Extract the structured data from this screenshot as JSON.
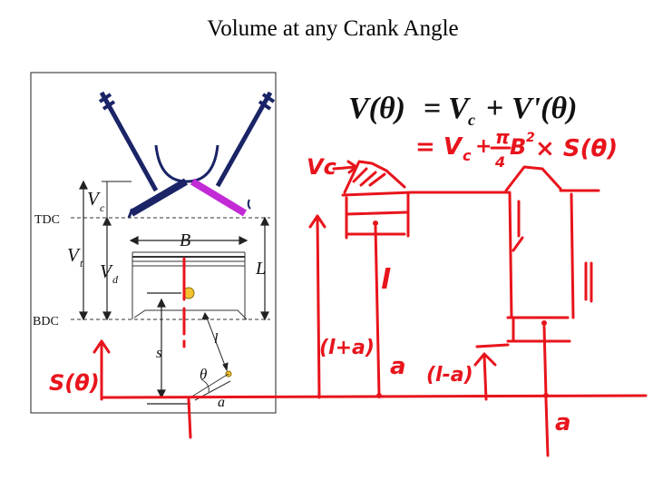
{
  "title": "Volume at any Crank Angle",
  "figure": {
    "labels": {
      "vc": "V",
      "vc_sub": "c",
      "tdc": "TDC",
      "vt": "V",
      "vt_sub": "t",
      "vd": "V",
      "vd_sub": "d",
      "bdc": "BDC",
      "bore": "B",
      "stroke": "L",
      "s": "s",
      "l": "l",
      "theta": "θ",
      "a": "a"
    },
    "colors": {
      "block": "#1a2466",
      "valve_right": "#c22ad6",
      "ink": "#e8141c"
    }
  },
  "equation": {
    "lhs": "V(θ)",
    "equals": "=",
    "rhs_main": "V",
    "rhs_sub": "c",
    "plus": "+",
    "rhs_prime": "V'(θ)"
  },
  "handwriting": {
    "expansion": "= V",
    "expansion_sub": "c",
    "expansion_plus": "+",
    "pi": "π",
    "four": "4",
    "b2": "B",
    "b2_exp": "2",
    "times_s": "× S(θ)",
    "vc": "Vc",
    "l": "l",
    "l_plus_a": "(l+a)",
    "a1": "a",
    "l_minus_a": "(l-a)",
    "s_theta": "S(θ)",
    "a2": "a"
  }
}
